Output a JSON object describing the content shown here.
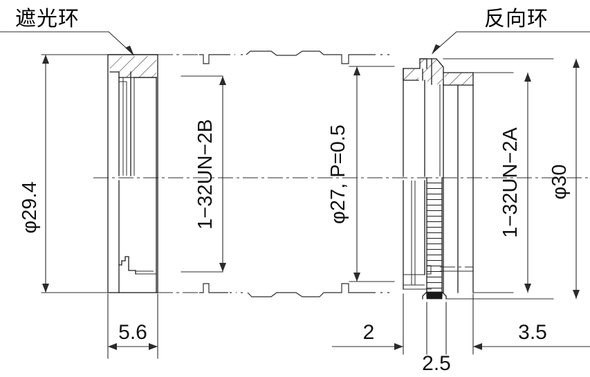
{
  "drawing": {
    "title_labels": {
      "left": "遮光环",
      "right": "反向环"
    },
    "dimensions": {
      "left_outer_diameter": "φ29.4",
      "left_thread": "1−32UN−2B",
      "left_width": "5.6",
      "mid_thread_spec": "φ27, P=0.5",
      "right_thread": "1−32UN−2A",
      "right_outer_diameter": "φ30",
      "right_flange_width": "2",
      "right_mid_width": "2.5",
      "right_body_width": "3.5"
    },
    "colors": {
      "line": "#1a1a1a",
      "thin_line": "#2b2b2b",
      "background": "#ffffff",
      "text": "#111111"
    }
  }
}
